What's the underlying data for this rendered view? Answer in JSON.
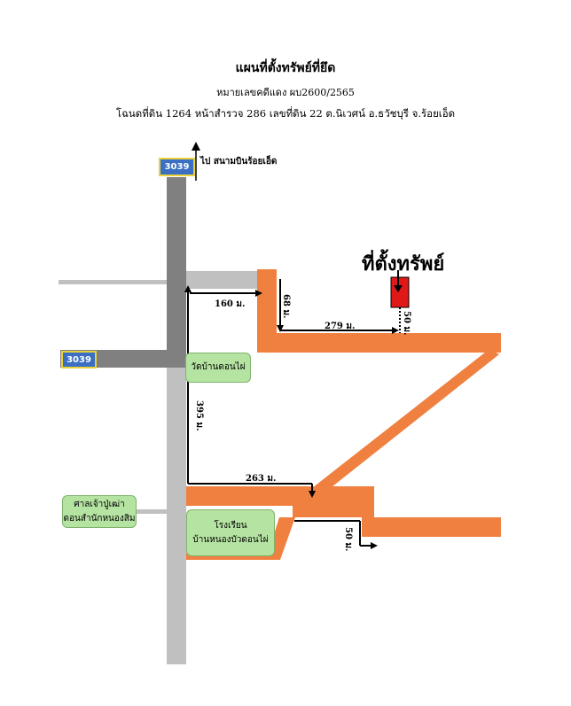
{
  "header": {
    "title": "แผนที่ตั้งทรัพย์ที่ยึด",
    "case_number": "หมายเลขคดีแดง ผบ2600/2565",
    "deed_info": "โฉนดที่ดิน 1264 หน้าสำรวจ 286 เลขที่ดิน 22 ต.นิเวศน์ อ.ธวัชบุรี จ.ร้อยเอ็ด"
  },
  "roads": {
    "top_route": "3039",
    "left_route": "3039"
  },
  "destination_label": "ไป สนามบินร้อยเอ็ด",
  "property_label": "ที่ตั้งทรัพย์",
  "distances": {
    "d160": "160 ม.",
    "d68": "68 ม.",
    "d279": "279 ม.",
    "d50a": "50 ม.",
    "d395": "395 ม.",
    "d263": "263 ม.",
    "d50b": "50 ม."
  },
  "landmarks": {
    "temple": "วัดบ้านดอนไผ่",
    "shrine_line1": "ศาลเจ้าปู่เฒ่า",
    "shrine_line2": "ดอนสำนักหนองสิม",
    "school_line1": "โรงเรียน",
    "school_line2": "บ้านหนองบัวดอนไผ่"
  },
  "colors": {
    "main_road": "#808080",
    "side_road": "#c0c0c0",
    "access_road": "#f08040",
    "property_marker": "#e01818",
    "landmark_fill": "#b5e3a2",
    "route_badge": "#3a6fc4"
  }
}
